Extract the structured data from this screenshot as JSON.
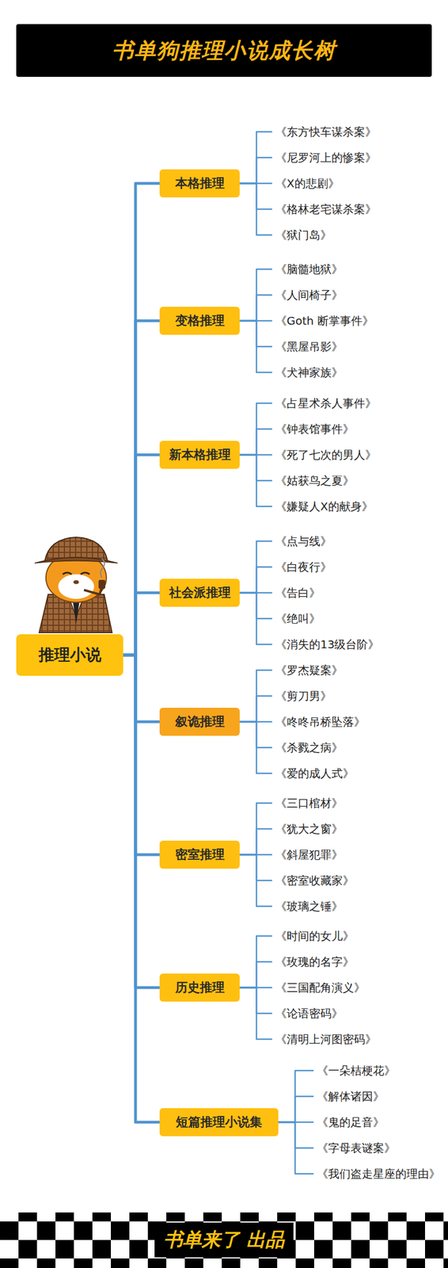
{
  "diagram": {
    "title": "书单狗推理小说成长树",
    "nodes": [
      {
        "text": [
          "推理小说"
        ]
      },
      {
        "text": [
          "本格推理"
        ]
      },
      {
        "text": [
          "《东方快车谋杀案》"
        ]
      },
      {
        "text": [
          "《尼罗河上的惨案》"
        ]
      },
      {
        "text": [
          "《X的悲剧》"
        ]
      },
      {
        "text": [
          "《格林老宅谋杀案》"
        ]
      },
      {
        "text": [
          "《狱门岛》"
        ]
      },
      {
        "text": [
          "变格推理"
        ]
      },
      {
        "text": [
          "《脑髓地狱》"
        ]
      },
      {
        "text": [
          "《人间椅子》"
        ]
      },
      {
        "text": [
          "《Goth 断掌事件》"
        ]
      },
      {
        "text": [
          "《黑屋吊影》"
        ]
      },
      {
        "text": [
          "《犬神家族》"
        ]
      },
      {
        "text": [
          "新本格推理"
        ]
      },
      {
        "text": [
          "《占星术杀人事件》"
        ]
      },
      {
        "text": [
          "《钟表馆事件》"
        ]
      },
      {
        "text": [
          "《死了七次的男人》"
        ]
      },
      {
        "text": [
          "《姑获鸟之夏》"
        ]
      },
      {
        "text": [
          "《嫌疑人X的献身》"
        ]
      },
      {
        "text": [
          "社会派推理"
        ]
      },
      {
        "text": [
          "《点与线》"
        ]
      },
      {
        "text": [
          "《白夜行》"
        ]
      },
      {
        "text": [
          "《告白》"
        ]
      },
      {
        "text": [
          "《绝叫》"
        ]
      },
      {
        "text": [
          "《消失的13级台阶》"
        ]
      },
      {
        "text": [
          "叙诡推理"
        ]
      },
      {
        "text": [
          "《罗杰疑案》"
        ]
      },
      {
        "text": [
          "《剪刀男》"
        ]
      },
      {
        "text": [
          "《咚咚吊桥坠落》"
        ]
      },
      {
        "text": [
          "《杀戮之病》"
        ]
      },
      {
        "text": [
          "《爱的成人式》"
        ]
      },
      {
        "text": [
          "密室推理"
        ]
      },
      {
        "text": [
          "《三口棺材》"
        ]
      },
      {
        "text": [
          "《犹大之窗》"
        ]
      },
      {
        "text": [
          "《斜屋犯罪》"
        ]
      },
      {
        "text": [
          "《密室收藏家》"
        ]
      },
      {
        "text": [
          "《玻璃之锤》"
        ]
      },
      {
        "text": [
          "历史推理"
        ]
      },
      {
        "text": [
          "《时间的女儿》"
        ]
      },
      {
        "text": [
          "《玫瑰的名字》"
        ]
      },
      {
        "text": [
          "《三国配角演义》"
        ]
      },
      {
        "text": [
          "《论语密码》"
        ]
      },
      {
        "text": [
          "《清明上河图密码》"
        ]
      },
      {
        "text": [
          "短篇推理小说集"
        ]
      },
      {
        "text": [
          "《一朵桔梗花》"
        ]
      },
      {
        "text": [
          "《解体诸因》"
        ]
      },
      {
        "text": [
          "《鬼的足音》"
        ]
      },
      {
        "text": [
          "《字母表谜案》"
        ]
      },
      {
        "text": [
          "《我们盗走星座的理由》"
        ]
      }
    ],
    "edges": [
      {
        "from": 0,
        "to": 1,
        "arrow": "none"
      },
      {
        "from": 0,
        "to": 7,
        "arrow": "none"
      },
      {
        "from": 0,
        "to": 13,
        "arrow": "none"
      },
      {
        "from": 0,
        "to": 19,
        "arrow": "none"
      },
      {
        "from": 0,
        "to": 25,
        "arrow": "none"
      },
      {
        "from": 0,
        "to": 31,
        "arrow": "none"
      },
      {
        "from": 0,
        "to": 37,
        "arrow": "none"
      },
      {
        "from": 0,
        "to": 43,
        "arrow": "none"
      },
      {
        "from": 1,
        "to": 2,
        "arrow": "none"
      },
      {
        "from": 1,
        "to": 3,
        "arrow": "none"
      },
      {
        "from": 1,
        "to": 4,
        "arrow": "none"
      },
      {
        "from": 1,
        "to": 5,
        "arrow": "none"
      },
      {
        "from": 1,
        "to": 6,
        "arrow": "none"
      },
      {
        "from": 7,
        "to": 8,
        "arrow": "none"
      },
      {
        "from": 7,
        "to": 9,
        "arrow": "none"
      },
      {
        "from": 7,
        "to": 10,
        "arrow": "none"
      },
      {
        "from": 7,
        "to": 11,
        "arrow": "none"
      },
      {
        "from": 7,
        "to": 12,
        "arrow": "none"
      },
      {
        "from": 13,
        "to": 14,
        "arrow": "none"
      },
      {
        "from": 13,
        "to": 15,
        "arrow": "none"
      },
      {
        "from": 13,
        "to": 16,
        "arrow": "none"
      },
      {
        "from": 13,
        "to": 17,
        "arrow": "none"
      },
      {
        "from": 13,
        "to": 18,
        "arrow": "none"
      },
      {
        "from": 19,
        "to": 20,
        "arrow": "none"
      },
      {
        "from": 19,
        "to": 21,
        "arrow": "none"
      },
      {
        "from": 19,
        "to": 22,
        "arrow": "none"
      },
      {
        "from": 19,
        "to": 23,
        "arrow": "none"
      },
      {
        "from": 19,
        "to": 24,
        "arrow": "none"
      },
      {
        "from": 25,
        "to": 26,
        "arrow": "none"
      },
      {
        "from": 25,
        "to": 27,
        "arrow": "none"
      },
      {
        "from": 25,
        "to": 28,
        "arrow": "none"
      },
      {
        "from": 25,
        "to": 29,
        "arrow": "none"
      },
      {
        "from": 25,
        "to": 30,
        "arrow": "none"
      },
      {
        "from": 31,
        "to": 32,
        "arrow": "none"
      },
      {
        "from": 31,
        "to": 33,
        "arrow": "none"
      },
      {
        "from": 31,
        "to": 34,
        "arrow": "none"
      },
      {
        "from": 31,
        "to": 35,
        "arrow": "none"
      },
      {
        "from": 31,
        "to": 36,
        "arrow": "none"
      },
      {
        "from": 37,
        "to": 38,
        "arrow": "none"
      },
      {
        "from": 37,
        "to": 39,
        "arrow": "none"
      },
      {
        "from": 37,
        "to": 40,
        "arrow": "none"
      },
      {
        "from": 37,
        "to": 41,
        "arrow": "none"
      },
      {
        "from": 37,
        "to": 42,
        "arrow": "none"
      },
      {
        "from": 43,
        "to": 44,
        "arrow": "none"
      },
      {
        "from": 43,
        "to": 45,
        "arrow": "none"
      },
      {
        "from": 43,
        "to": 46,
        "arrow": "none"
      },
      {
        "from": 43,
        "to": 47,
        "arrow": "none"
      },
      {
        "from": 43,
        "to": 48,
        "arrow": "none"
      }
    ],
    "labels": [
      "书单来了 出品"
    ]
  }
}
